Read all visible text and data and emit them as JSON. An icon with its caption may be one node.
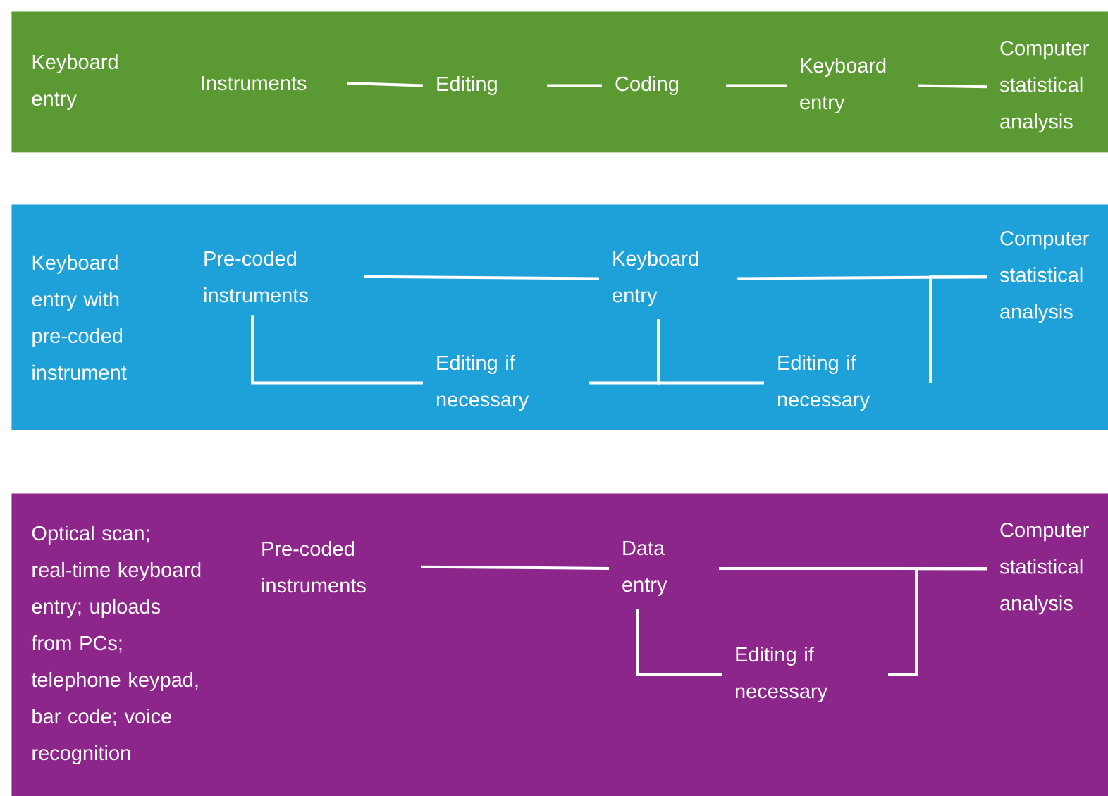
{
  "diagram": {
    "nodes": [
      {
        "text": [
          "Keyboard entry"
        ]
      },
      {
        "text": [
          "Instruments"
        ],
        "in": 0
      },
      {
        "text": [
          "Editing"
        ],
        "in": 0
      },
      {
        "text": [
          "Coding"
        ],
        "in": 0
      },
      {
        "text": [
          "Keyboard entry"
        ],
        "in": 0
      },
      {
        "text": [
          "Computer statistical analysis"
        ],
        "in": 0
      },
      {
        "text": [
          "Keyboard entry with pre-coded instrument"
        ]
      },
      {
        "text": [
          "Pre-coded instruments"
        ],
        "in": 6
      },
      {
        "text": [
          "Keyboard entry"
        ],
        "in": 6
      },
      {
        "text": [
          "Computer statistical analysis"
        ],
        "in": 6
      },
      {
        "text": [
          "Editing if necessary"
        ],
        "in": 6
      },
      {
        "text": [
          "Editing if necessary"
        ],
        "in": 6
      },
      {
        "text": [
          "Optical scan; real-time keyboard entry; uploads from PCs; telephone keypad, bar code; voice recognition"
        ]
      },
      {
        "text": [
          "Pre-coded instruments"
        ],
        "in": 12
      },
      {
        "text": [
          "Data entry"
        ],
        "in": 12
      },
      {
        "text": [
          "Computer statistical analysis"
        ],
        "in": 12
      },
      {
        "text": [
          "Editing if necessary"
        ],
        "in": 12
      }
    ],
    "edges": [
      {
        "from": 1,
        "to": 2,
        "arrow": "none"
      },
      {
        "from": 2,
        "to": 3,
        "arrow": "none"
      },
      {
        "from": 3,
        "to": 4,
        "arrow": "none"
      },
      {
        "from": 4,
        "to": 5,
        "arrow": "none"
      },
      {
        "from": 7,
        "to": 8,
        "arrow": "none"
      },
      {
        "from": 7,
        "to": 10,
        "arrow": "none"
      },
      {
        "from": 8,
        "to": 10,
        "arrow": "none"
      },
      {
        "from": 8,
        "to": 11,
        "arrow": "none"
      },
      {
        "from": 8,
        "to": 9,
        "arrow": "none"
      },
      {
        "from": 11,
        "to": 9,
        "arrow": "none"
      },
      {
        "from": 13,
        "to": 14,
        "arrow": "none"
      },
      {
        "from": 14,
        "to": 15,
        "arrow": "none"
      },
      {
        "from": 14,
        "to": 16,
        "arrow": "none"
      },
      {
        "from": 16,
        "to": 15,
        "arrow": "none"
      }
    ]
  }
}
